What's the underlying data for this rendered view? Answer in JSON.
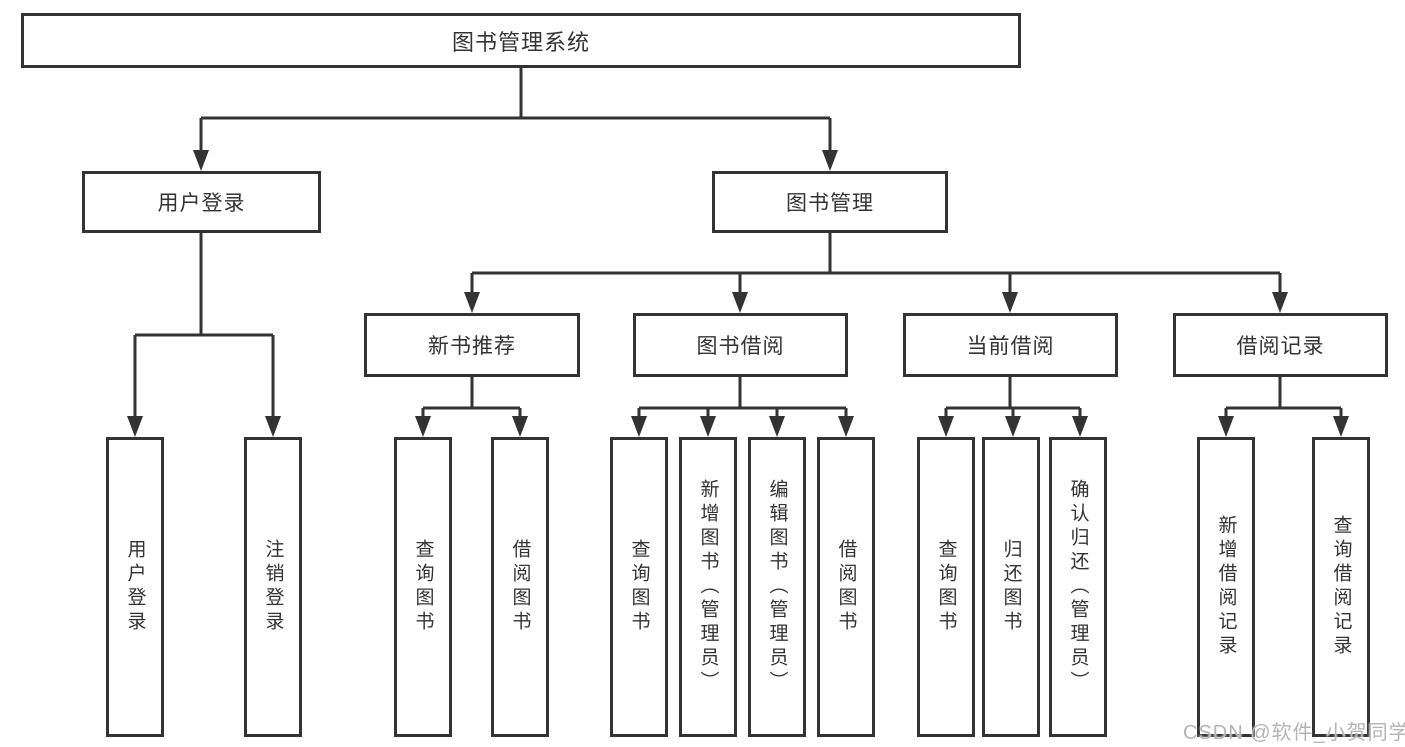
{
  "tree": {
    "root": {
      "label": "图书管理系统"
    },
    "user_login": {
      "label": "用户登录",
      "children": [
        {
          "label": "用户登录"
        },
        {
          "label": "注销登录"
        }
      ]
    },
    "book_management": {
      "label": "图书管理",
      "sections": [
        {
          "label": "新书推荐",
          "children": [
            {
              "label": "查询图书"
            },
            {
              "label": "借阅图书"
            }
          ]
        },
        {
          "label": "图书借阅",
          "children": [
            {
              "label": "查询图书"
            },
            {
              "label": "新增图书（管理员）"
            },
            {
              "label": "编辑图书（管理员）"
            },
            {
              "label": "借阅图书"
            }
          ]
        },
        {
          "label": "当前借阅",
          "children": [
            {
              "label": "查询图书"
            },
            {
              "label": "归还图书"
            },
            {
              "label": "确认归还（管理员）"
            }
          ]
        },
        {
          "label": "借阅记录",
          "children": [
            {
              "label": "新增借阅记录"
            },
            {
              "label": "查询借阅记录"
            }
          ]
        }
      ]
    }
  },
  "watermark": {
    "label": "CSDN @软件_小贺同学"
  },
  "colors": {
    "line": "#333333",
    "box_border": "#333333",
    "text": "#333333",
    "watermark": "#b4b4b4",
    "background": "#ffffff"
  }
}
